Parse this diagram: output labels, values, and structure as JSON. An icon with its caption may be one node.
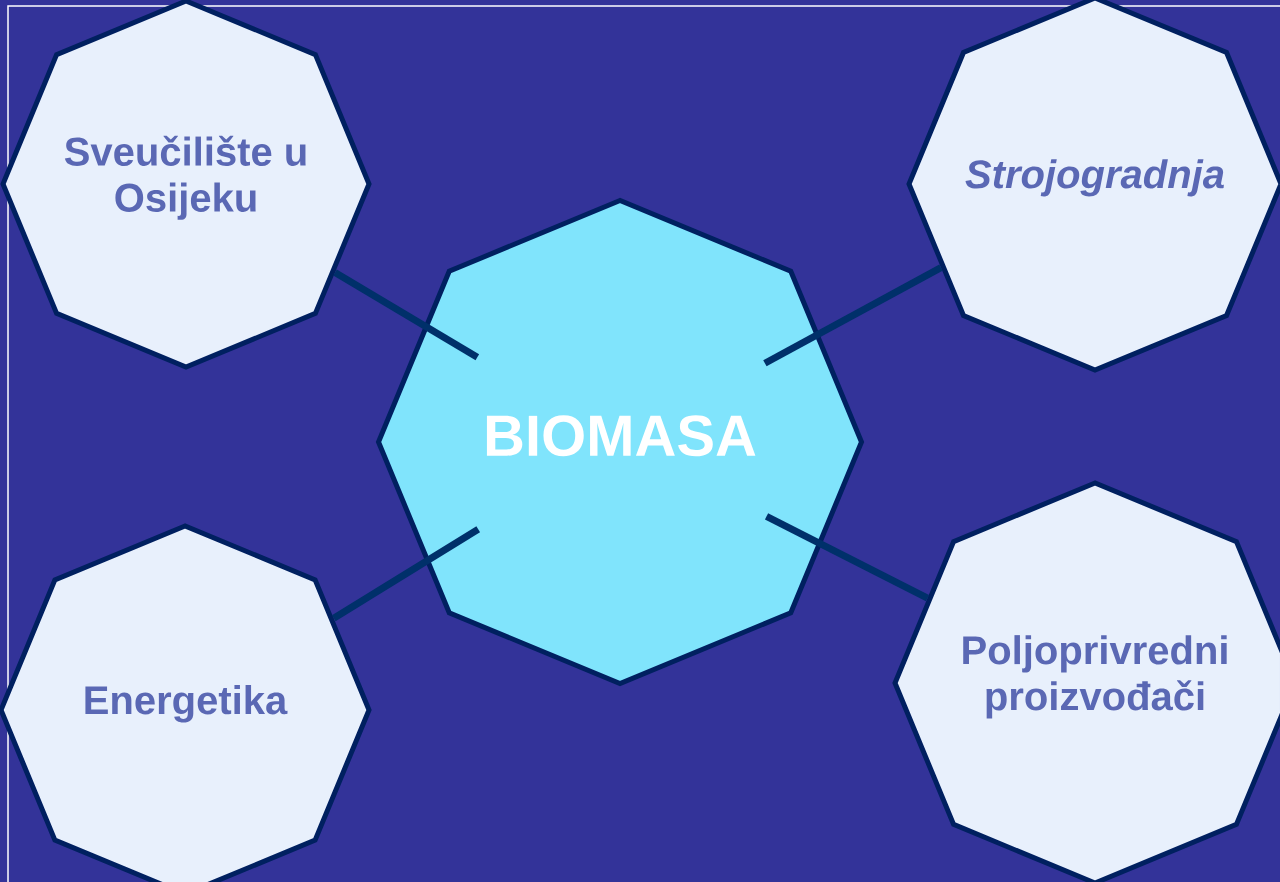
{
  "diagram": {
    "nodes": [
      {
        "text": [
          "Sveučilište u Osijeku"
        ]
      },
      {
        "text": [
          "Strojogradnja"
        ]
      },
      {
        "text": [
          "BIOMASA"
        ]
      },
      {
        "text": [
          "Energetika"
        ]
      },
      {
        "text": [
          "Poljoprivredni proizvođači"
        ]
      }
    ],
    "edges": [
      {
        "from": 0,
        "to": 2,
        "arrow": "none"
      },
      {
        "from": 1,
        "to": 2,
        "arrow": "none"
      },
      {
        "from": 3,
        "to": 2,
        "arrow": "none"
      },
      {
        "from": 4,
        "to": 2,
        "arrow": "none"
      }
    ]
  }
}
